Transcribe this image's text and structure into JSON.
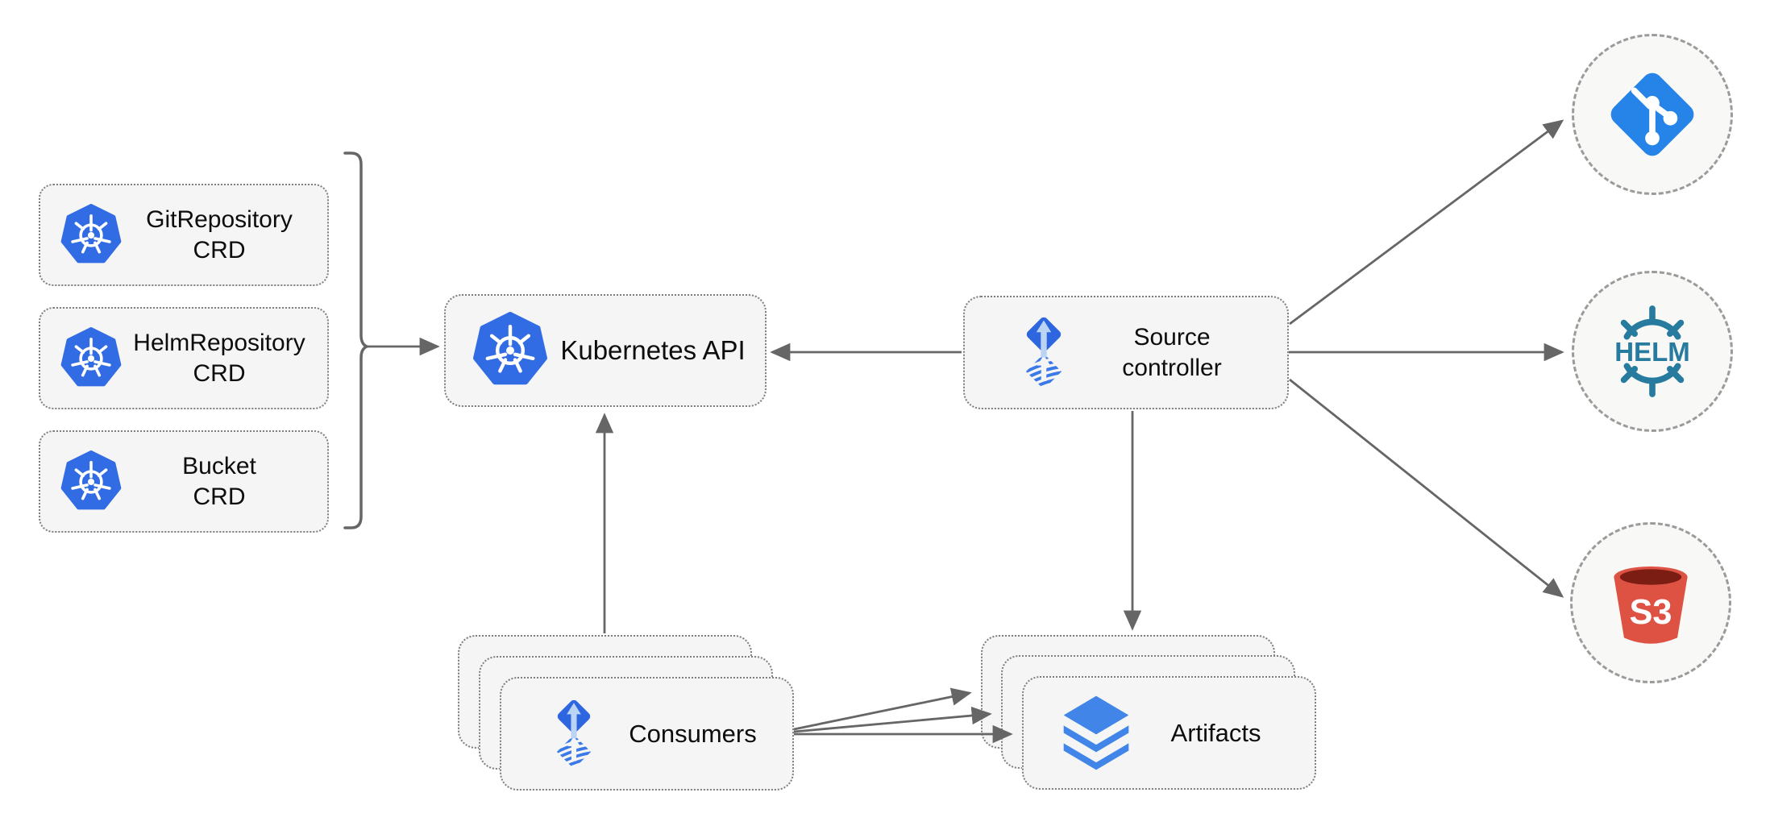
{
  "diagram": {
    "name": "source-controller architecture",
    "colors": {
      "box_fill": "#f5f5f5",
      "box_border": "#7e7e7e",
      "circle_fill": "#f8f8f6",
      "circle_border": "#9b9b9b",
      "connector_gray": "#666666",
      "kubernetes_blue": "#326ce5",
      "flux_blue": "#2d66de",
      "flux_light_blue": "#bcd4f4",
      "layers_blue": "#4285e8",
      "git_blue": "#2684e8",
      "helm_teal": "#277b9e",
      "s3_red": "#de5243",
      "s3_dark_red": "#7b1d12",
      "text": "#0d0d0d"
    }
  },
  "nodes": {
    "crds": [
      {
        "line1": "GitRepository",
        "line2": "CRD"
      },
      {
        "line1": "HelmRepository",
        "line2": "CRD"
      },
      {
        "line1": "Bucket",
        "line2": "CRD"
      }
    ],
    "kubernetes_api": {
      "label": "Kubernetes API"
    },
    "source_controller": {
      "line1": "Source",
      "line2": "controller"
    },
    "consumers": {
      "label": "Consumers"
    },
    "artifacts": {
      "label": "Artifacts"
    },
    "helm": {
      "label": "HELM"
    },
    "s3": {
      "label": "S3"
    }
  }
}
